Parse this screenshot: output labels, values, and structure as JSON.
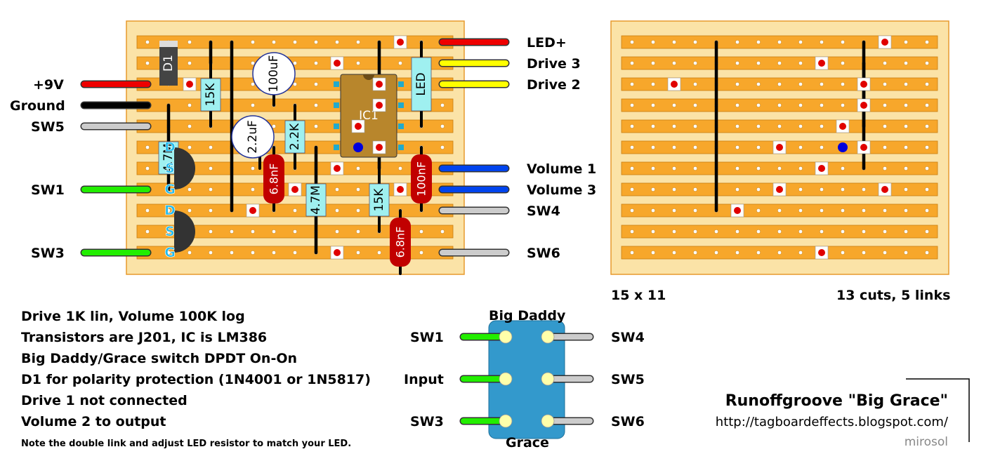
{
  "colors": {
    "board_bg": "#fbe3a7",
    "board_border": "#e79a2d",
    "strip": "#f7a72b",
    "strip_edge": "#c97d10",
    "hole": "#ffffff",
    "cut_fill": "#ffffff",
    "cut_dot": "#e00000",
    "resistor": "#9ff0f0",
    "cap_ceramic": "#c10000",
    "ic_body": "#b8862c",
    "ic_pin": "#22aacc",
    "transistor": "#333333",
    "wire_red": "#ee0000",
    "wire_black": "#000000",
    "wire_gray": "#cccccc",
    "wire_green": "#22ee00",
    "wire_yellow": "#ffff00",
    "wire_blue": "#0044ee",
    "switch_body": "#3399cc",
    "switch_lug": "#ffffaa"
  },
  "board": {
    "cols": 15,
    "rows": 11,
    "size_label": "15 x 11",
    "cuts_label": "13 cuts, 5 links"
  },
  "left_wire_labels": [
    "+9V",
    "Ground",
    "SW5",
    "SW1",
    "SW3"
  ],
  "right_wire_labels": [
    "LED+",
    "Drive 3",
    "Drive 2",
    "Volume 1",
    "Volume 3",
    "SW4",
    "SW6"
  ],
  "components": {
    "d1": "D1",
    "r15k_a": "15K",
    "c100u": "100uF",
    "led": "LED",
    "ic1": "IC1",
    "r47m_a": "4.7M",
    "c22u": "2.2uF",
    "r22k": "2.2K",
    "c100n": "100nF",
    "c68n_a": "6.8nF",
    "r47m_b": "4.7M",
    "r15k_b": "15K",
    "c68n_b": "6.8nF",
    "q1_pins": [
      "D",
      "S",
      "G"
    ],
    "q2_pins": [
      "D",
      "S",
      "G"
    ]
  },
  "notes": [
    "Drive 1K lin, Volume 100K log",
    "Transistors are J201, IC is LM386",
    "Big Daddy/Grace switch DPDT On-On",
    "D1 for polarity protection (1N4001 or 1N5817)",
    "Drive 1 not connected",
    "Volume 2 to output"
  ],
  "note_small": "Note the double link and adjust LED resistor to match your LED.",
  "switch": {
    "top_label": "Big Daddy",
    "bottom_label": "Grace",
    "left_labels": [
      "SW1",
      "Input",
      "SW3"
    ],
    "right_labels": [
      "SW4",
      "SW5",
      "SW6"
    ]
  },
  "title": "Runoffgroove \"Big Grace\"",
  "url": "http://tagboardeffects.blogspot.com/",
  "author": "mirosol"
}
